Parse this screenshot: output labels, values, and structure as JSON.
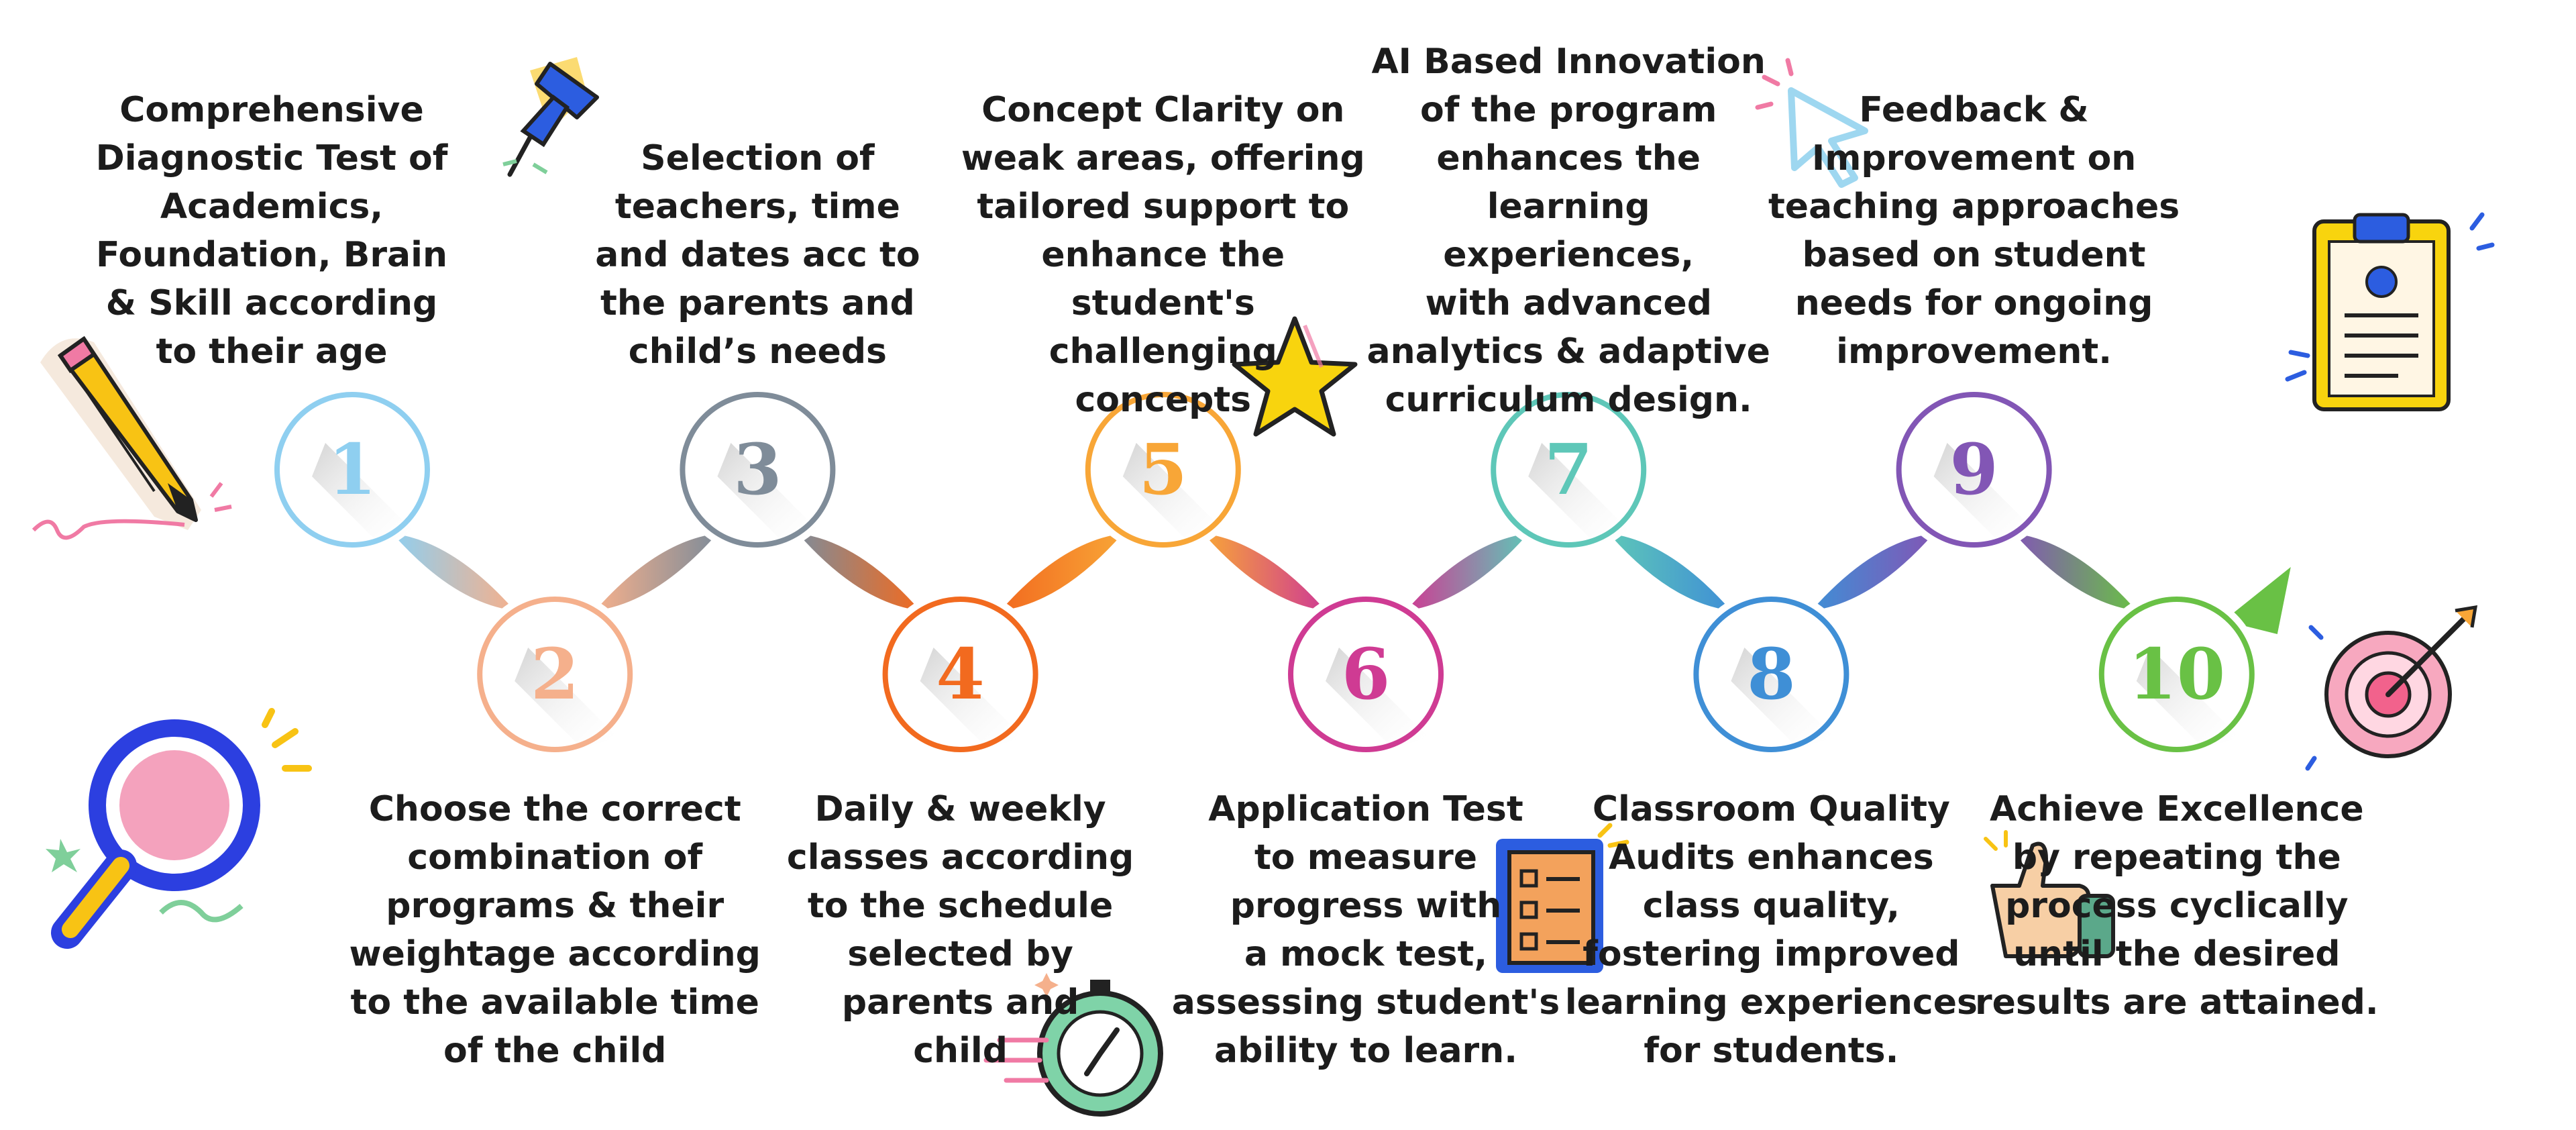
{
  "steps": [
    {
      "number": "1",
      "color": "#8fcff0",
      "text": "Comprehensive\nDiagnostic Test of\nAcademics,\nFoundation, Brain\n& Skill according\nto their age"
    },
    {
      "number": "2",
      "color": "#f5b08c",
      "text": "Choose the correct\ncombination of\nprograms & their\nweightage according\nto the available time\nof the child"
    },
    {
      "number": "3",
      "color": "#7f8c99",
      "text": "Selection of\nteachers, time\nand dates acc to\nthe parents and\nchild’s needs"
    },
    {
      "number": "4",
      "color": "#f26a1f",
      "text": "Daily & weekly\nclasses according\nto the schedule\nselected by\nparents and\nchild"
    },
    {
      "number": "5",
      "color": "#f8a637",
      "text": "Concept Clarity on\nweak areas, offering\ntailored support to\nenhance the\nstudent's challenging\nconcepts"
    },
    {
      "number": "6",
      "color": "#cf3b93",
      "text": "Application Test\nto measure\nprogress with\na mock test,\nassessing student's\nability to learn."
    },
    {
      "number": "7",
      "color": "#5ec7b8",
      "text": "AI Based Innovation\nof the program\nenhances the\nlearning experiences,\nwith advanced\nanalytics & adaptive\ncurriculum design."
    },
    {
      "number": "8",
      "color": "#3f8fd6",
      "text": "Classroom Quality\nAudits enhances\nclass quality,\nfostering improved\nlearning experiences\nfor students."
    },
    {
      "number": "9",
      "color": "#8256b5",
      "text": "Feedback &\nImprovement on\nteaching approaches\nbased on student\nneeds for ongoing\nimprovement."
    },
    {
      "number": "10",
      "color": "#69c145",
      "text": "Achieve Excellence\nby repeating the\nprocess cyclically\nuntil the desired\nresults are attained."
    }
  ],
  "icons": [
    "pencil-icon",
    "magnifier-icon",
    "pushpin-icon",
    "stopwatch-icon",
    "star-icon",
    "checklist-icon",
    "cursor-click-icon",
    "thumbs-up-icon",
    "clipboard-icon",
    "target-icon"
  ]
}
